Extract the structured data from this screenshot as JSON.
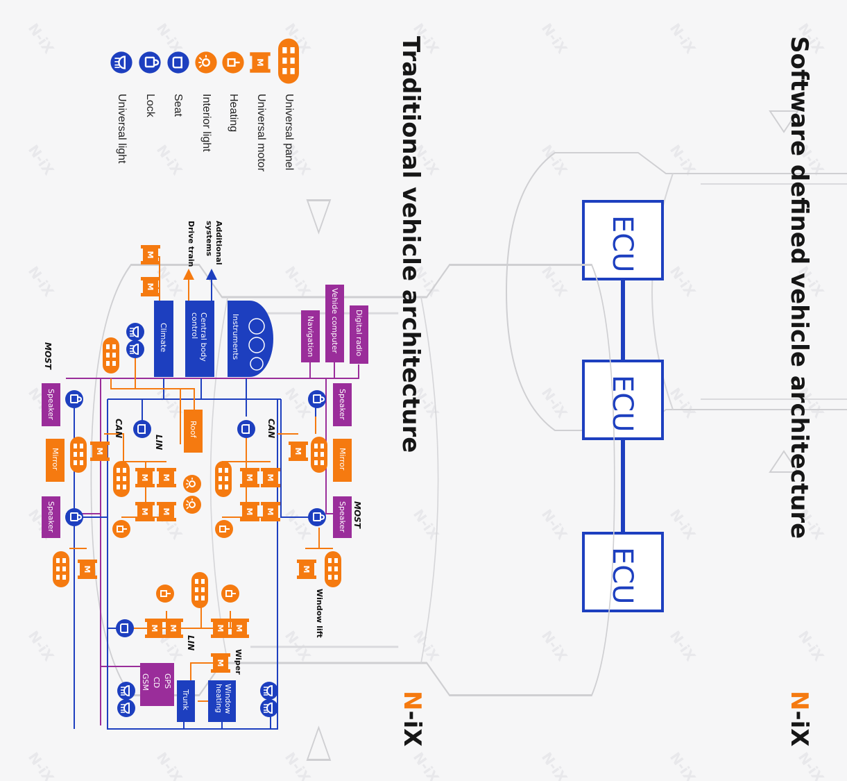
{
  "colors": {
    "blue": "#1d3fbf",
    "orange": "#f57a10",
    "purple": "#9a2d9a",
    "gray": "#c9c9cc",
    "background": "#f6f6f7"
  },
  "watermark": "N-iX",
  "logo": {
    "n": "N",
    "ix": "-iX",
    "n_color": "#f57a10",
    "ix_color": "#161616"
  },
  "sdv": {
    "title": "Software defined vehicle architecture",
    "ecu_label": "ECU"
  },
  "traditional": {
    "title": "Traditional vehicle architecture",
    "legend": [
      {
        "icon": "universal-panel-icon",
        "label": "Universal panel"
      },
      {
        "icon": "universal-motor-icon",
        "label": "Universal motor"
      },
      {
        "icon": "heating-icon",
        "label": "Heating"
      },
      {
        "icon": "interior-light-icon",
        "label": "Interior light"
      },
      {
        "icon": "seat-icon",
        "label": "Seat"
      },
      {
        "icon": "lock-icon",
        "label": "Lock"
      },
      {
        "icon": "universal-light-icon",
        "label": "Universal light"
      }
    ],
    "modules": {
      "digital_radio": "Digital radio",
      "vehicle_computer": "Vehide computer",
      "navigation": "Navigation",
      "instruments": "Instruments",
      "central_body_control": "Central body control",
      "climate": "Climate",
      "roof": "Roof",
      "trunk": "Trunk",
      "window_heating": "Window heating",
      "gps": "GPS",
      "cd": "CD",
      "gsm": "GSM",
      "speaker": "Speaker",
      "mirror": "Mirror"
    },
    "labels": {
      "additional_systems": "Additional systems",
      "drive_train": "Drive train",
      "wiper": "Wiper",
      "window_lift": "Window lift"
    },
    "buses": {
      "can": "CAN",
      "lin": "LIN",
      "most": "MOST"
    }
  }
}
